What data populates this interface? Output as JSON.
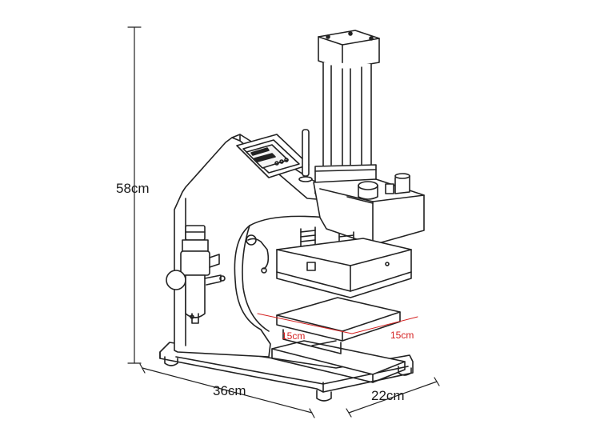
{
  "dimensions": {
    "height": "58cm",
    "width": "36cm",
    "depth": "22cm",
    "platen_left": "15cm",
    "platen_right": "15cm"
  },
  "colors": {
    "line": "#222222",
    "accent": "#d42020",
    "background": "#ffffff"
  }
}
